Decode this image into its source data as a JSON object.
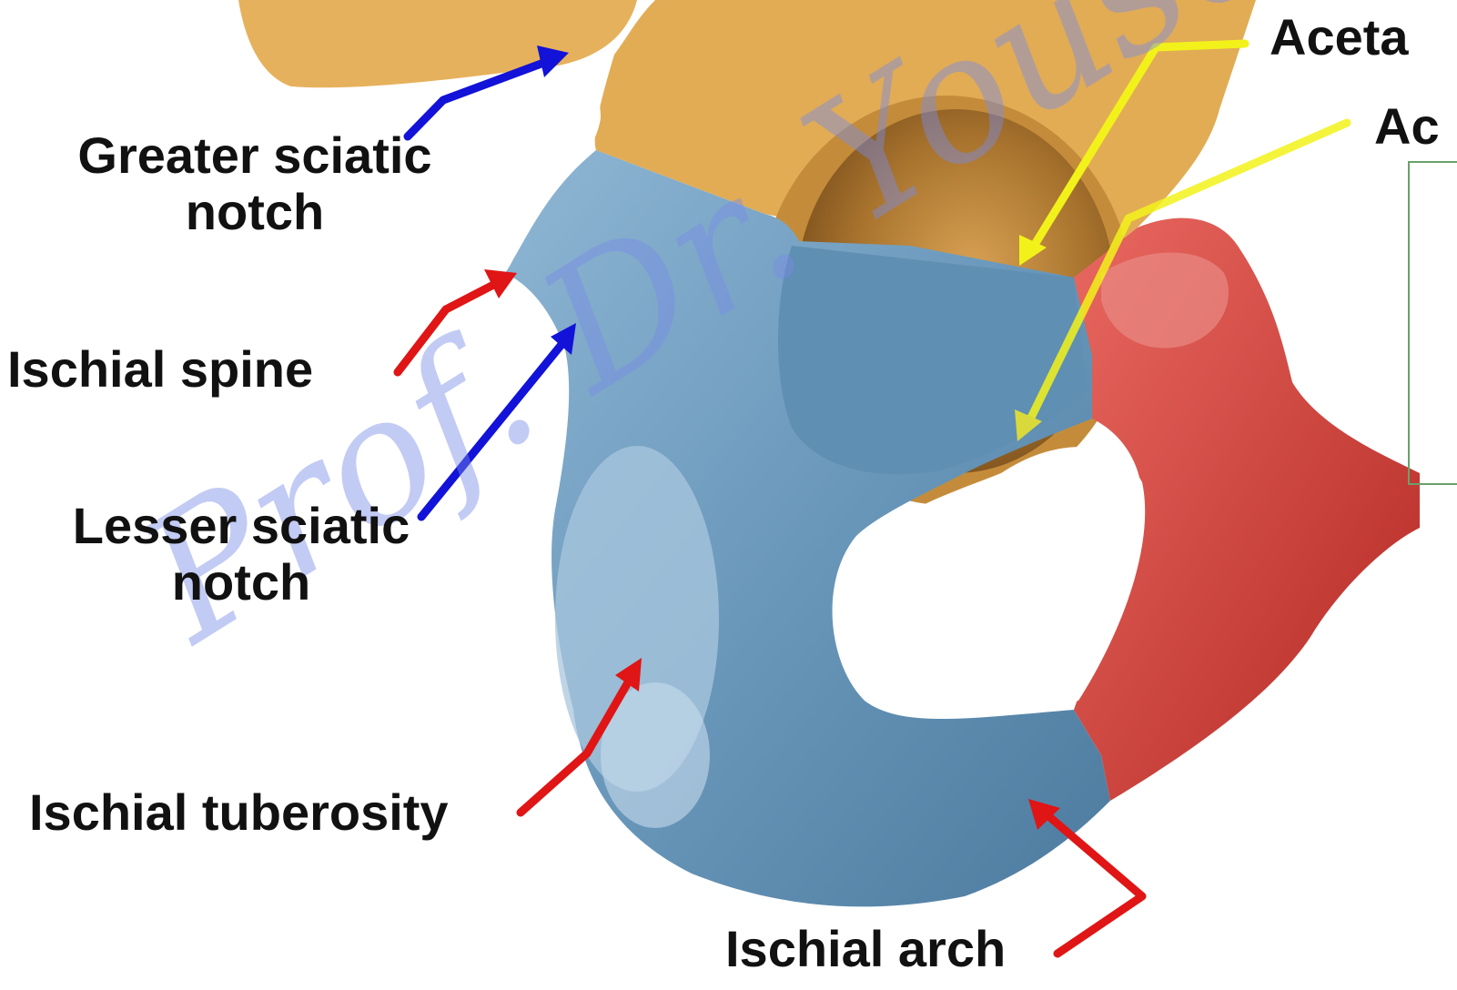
{
  "labels": {
    "greater_sciatic_notch": "Greater sciatic\nnotch",
    "ischial_spine": "Ischial spine",
    "lesser_sciatic_notch": "Lesser sciatic\nnotch",
    "ischial_tuberosity": "Ischial tuberosity",
    "ischial_arch": "Ischial arch",
    "acetabulum_1": "Aceta",
    "acetabulum_2": "Ac"
  },
  "watermark": "Prof. Dr. Yousef",
  "colors": {
    "ilium": "#e2ac55",
    "ischium": "#6e9dc0",
    "pubis": "#cf3a34",
    "arrow_blue": "#1212d8",
    "arrow_red": "#e01515",
    "arrow_yellow": "#f2f21a"
  }
}
